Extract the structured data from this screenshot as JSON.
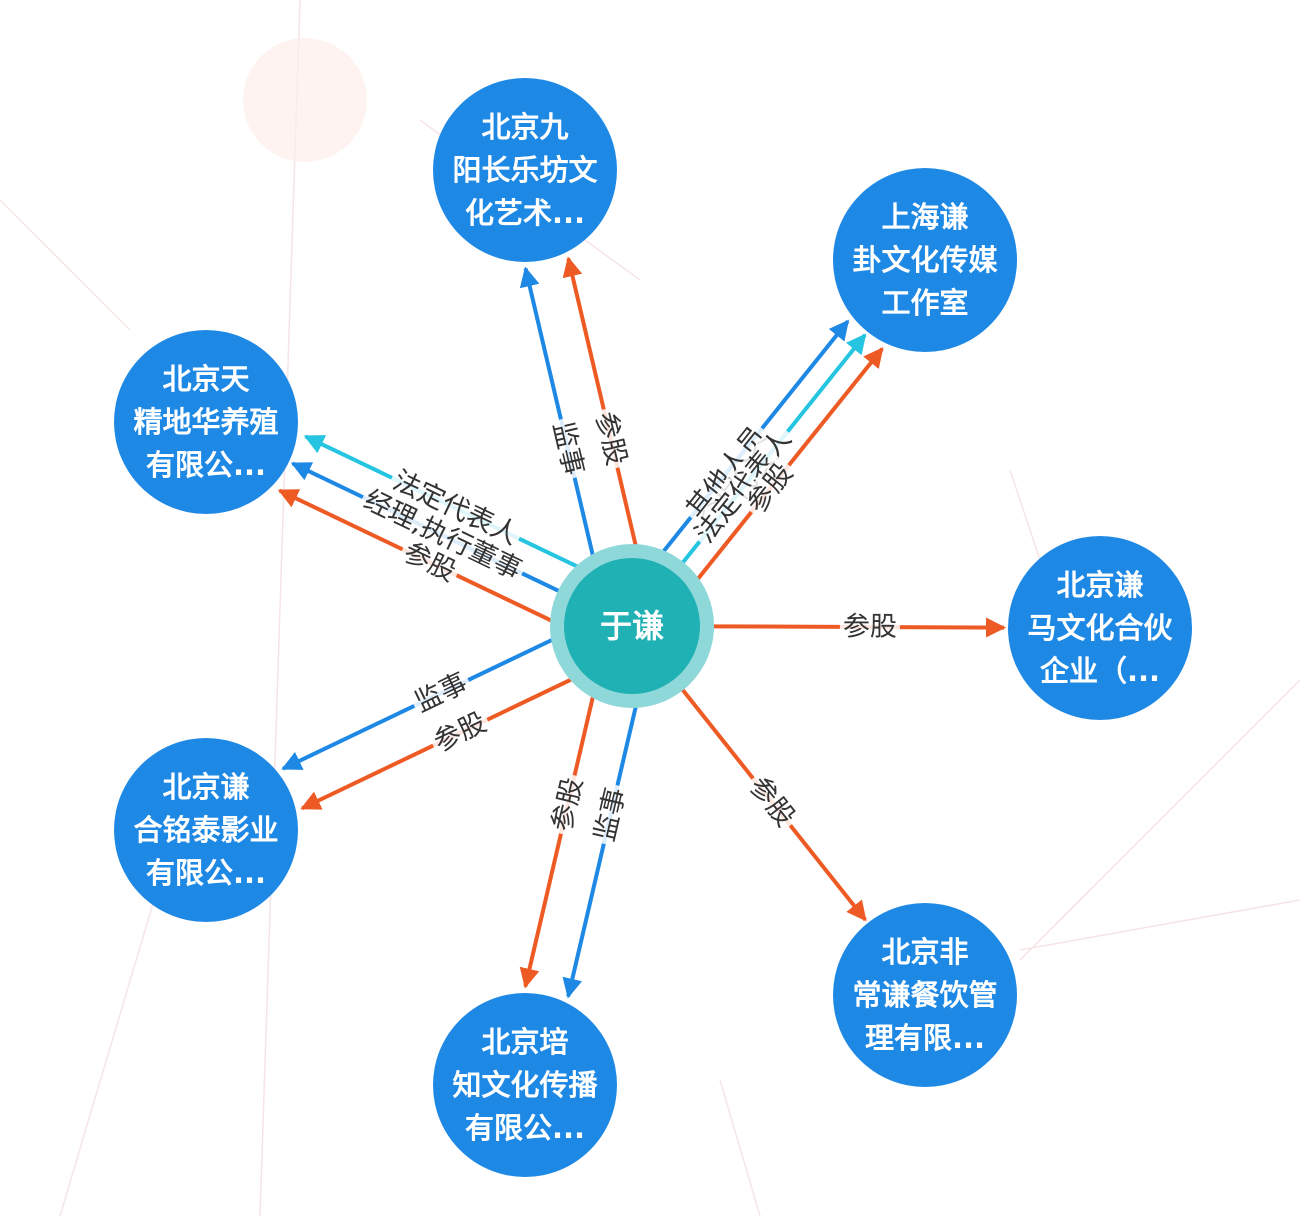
{
  "colors": {
    "company_node": "#1e88e5",
    "center_node": "#1fb1b3",
    "center_halo": "#8fd8da",
    "shareholding_edge": "#ee5a24",
    "role_edge": "#1e88e5",
    "legal_rep_edge": "#25c4e0"
  },
  "center": {
    "name": "于谦"
  },
  "nodes": [
    {
      "id": "jiuyang",
      "lines": [
        "北京九",
        "阳长乐坊文",
        "化艺术..."
      ],
      "edges": [
        {
          "label": "监事",
          "type": "role"
        },
        {
          "label": "参股",
          "type": "shareholding"
        }
      ]
    },
    {
      "id": "qianguaf",
      "lines": [
        "上海谦",
        "卦文化传媒",
        "工作室"
      ],
      "edges": [
        {
          "label": "其他人员",
          "type": "role"
        },
        {
          "label": "法定代表人",
          "type": "legal_rep"
        },
        {
          "label": "参股",
          "type": "shareholding"
        }
      ]
    },
    {
      "id": "tianjing",
      "lines": [
        "北京天",
        "精地华养殖",
        "有限公..."
      ],
      "edges": [
        {
          "label": "参股",
          "type": "shareholding"
        },
        {
          "label": "经理,执行董事",
          "type": "role"
        },
        {
          "label": "法定代表人",
          "type": "legal_rep"
        }
      ]
    },
    {
      "id": "qianma",
      "lines": [
        "北京谦",
        "马文化合伙",
        "企业（..."
      ],
      "edges": [
        {
          "label": "参股",
          "type": "shareholding"
        }
      ]
    },
    {
      "id": "qianhe",
      "lines": [
        "北京谦",
        "合铭泰影业",
        "有限公..."
      ],
      "edges": [
        {
          "label": "参股",
          "type": "shareholding"
        },
        {
          "label": "监事",
          "type": "role"
        }
      ]
    },
    {
      "id": "feichang",
      "lines": [
        "北京非",
        "常谦餐饮管",
        "理有限..."
      ],
      "edges": [
        {
          "label": "参股",
          "type": "shareholding"
        }
      ]
    },
    {
      "id": "peizhi",
      "lines": [
        "北京培",
        "知文化传播",
        "有限公..."
      ],
      "edges": [
        {
          "label": "监事",
          "type": "role"
        },
        {
          "label": "参股",
          "type": "shareholding"
        }
      ]
    }
  ]
}
